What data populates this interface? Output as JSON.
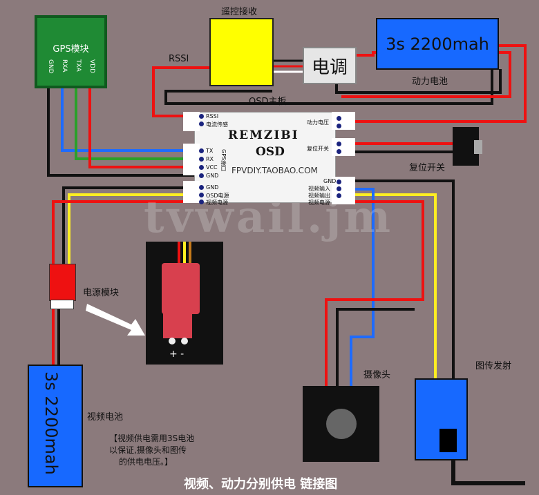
{
  "gps": {
    "title": "GPS模块",
    "pins": [
      "GND",
      "RXA",
      "TXA",
      "VDD"
    ]
  },
  "rc_label": "遥控接收",
  "rssi_label": "RSSI",
  "esc_label": "电调",
  "battery_power": {
    "text": "3s 2200mah",
    "caption": "动力电池"
  },
  "osd": {
    "caption": "OSD主板",
    "brand": "REMZIBI",
    "brand2": "OSD",
    "url": "FPVDIY.TAOBAO.COM",
    "gps_port": "GPS接口",
    "left_pins_top": [
      "RSSI",
      "电流传感"
    ],
    "left_pins_mid": [
      "TX",
      "RX",
      "VCC",
      "GND"
    ],
    "left_pins_bot": [
      "GND",
      "OSD电源",
      "视频电源"
    ],
    "right_top": "动力电压",
    "right_mid": "复位开关",
    "right_bot": [
      "GND",
      "视频输入",
      "视频输出",
      "视频电源"
    ]
  },
  "reset_switch_label": "复位开关",
  "power_module_label": "电源模块",
  "plug_polarity": "+ -",
  "battery_video": {
    "text": "3s 2200mah",
    "caption": "视频电池"
  },
  "camera_label": "摄像头",
  "vtx_label": "图传发射",
  "note": [
    "【视频供电需用3S电池",
    "以保证,摄像头和图传",
    "的供电电压。】"
  ],
  "footer": "视频、动力分别供电 链接图",
  "watermark": "tvwail.jm",
  "colors": {
    "red": "#ee1111",
    "black": "#111111",
    "yellow": "#ffee22",
    "blue": "#1e6bff",
    "green": "#2aa02a",
    "battery": "#1769ff"
  }
}
